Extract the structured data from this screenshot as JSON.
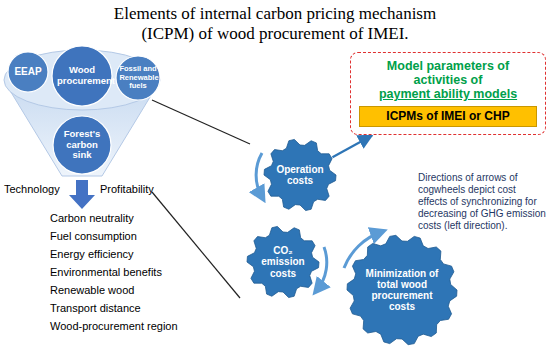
{
  "diagram": {
    "title": "Elements of internal carbon pricing mechanism (ICPM) of wood procurement of IMEI.",
    "nodes": [
      {
        "text": [
          "EEAP"
        ]
      },
      {
        "text": [
          "Wood procurement"
        ]
      },
      {
        "text": [
          "Fossil and Renewable fuels"
        ]
      },
      {
        "text": [
          "Forest's carbon sink"
        ]
      },
      {
        "text": [
          "Model parameters of activities of",
          "payment ability models"
        ]
      },
      {
        "text": [
          "ICPMs of IMEI or CHP"
        ],
        "in": 4
      },
      {
        "text": [
          "Operation costs"
        ]
      },
      {
        "text": [
          "CO₂ emission costs"
        ]
      },
      {
        "text": [
          "Minimization of total wood procurement costs"
        ]
      }
    ],
    "edges": [
      {
        "from": 6,
        "to": 4,
        "arrow": "to"
      }
    ],
    "labels": [
      "Technology",
      "Profitability",
      "Carbon neutrality",
      "Fuel consumption",
      "Energy efficiency",
      "Environmental benefits",
      "Renewable wood",
      "Transport distance",
      "Wood-procurement region",
      "Directions of arrows of cogwheels depict cost effects of synchronizing for decreasing of GHG emission costs (left direction)."
    ]
  }
}
